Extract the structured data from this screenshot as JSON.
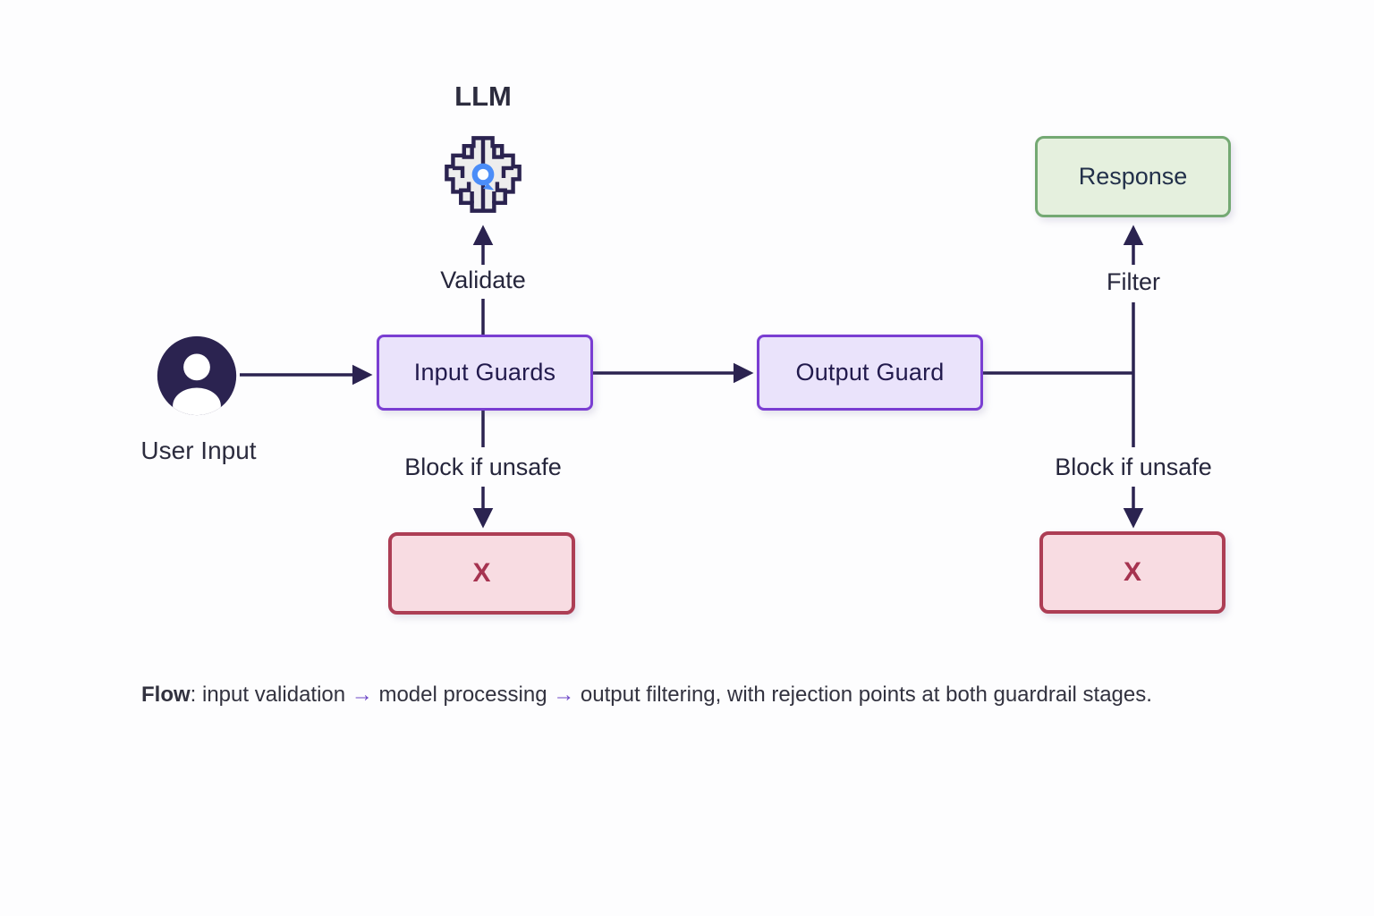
{
  "diagram": {
    "nodes": {
      "llm": {
        "label": "LLM"
      },
      "user": {
        "label": "User Input"
      },
      "input_guards": {
        "label": "Input Guards"
      },
      "output_guard": {
        "label": "Output Guard"
      },
      "response": {
        "label": "Response"
      },
      "reject_input": {
        "label": "X"
      },
      "reject_output": {
        "label": "X"
      }
    },
    "edge_labels": {
      "validate": "Validate",
      "filter": "Filter",
      "block_input": "Block if unsafe",
      "block_output": "Block if unsafe"
    },
    "caption": {
      "lead": "Flow",
      "part1": ": input validation ",
      "arrow1": "→",
      "part2": " model processing ",
      "arrow2": "→",
      "part3": " output filtering, with rejection points at both guardrail stages."
    },
    "icons": {
      "llm_icon": "brain-icon",
      "user_icon": "user-icon"
    },
    "colors": {
      "line": "#2b2350",
      "guard_fill": "#eae3fb",
      "guard_border": "#7a3ed2",
      "response_fill": "#e5f0de",
      "response_border": "#74a973",
      "reject_fill": "#f8dce2",
      "reject_border": "#ad3e55",
      "reject_text": "#a63350",
      "caption_arrow": "#6d47c7",
      "bubble_blue": "#4b8df8"
    }
  }
}
